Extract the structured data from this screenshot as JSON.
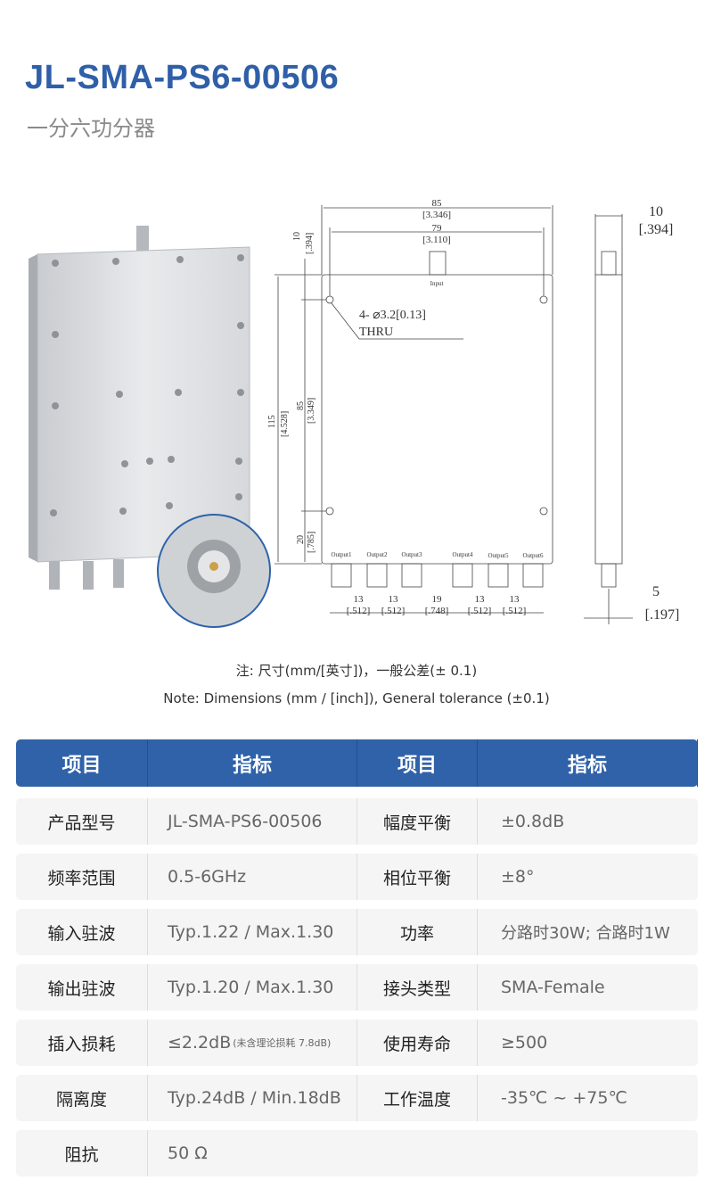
{
  "header": {
    "title": "JL-SMA-PS6-00506",
    "subtitle": "一分六功分器"
  },
  "drawing": {
    "width_total": "85",
    "width_total_in": "[3.346]",
    "width_holes": "79",
    "width_holes_in": "[3.110]",
    "top_offset": "10",
    "top_offset_in": "[.394]",
    "height_total": "115",
    "height_total_in": "[4.528]",
    "height_holes": "85",
    "height_holes_in": "[3.349]",
    "bottom_offset": "20",
    "bottom_offset_in": "[.785]",
    "hole_note": "4- ⌀3.2[0.13]",
    "hole_note2": "THRU",
    "input_label": "Input",
    "outputs": [
      "Output1",
      "Output2",
      "Output3",
      "Output4",
      "Output5",
      "Output6"
    ],
    "spacings": [
      {
        "mm": "13",
        "in": "[.512]"
      },
      {
        "mm": "13",
        "in": "[.512]"
      },
      {
        "mm": "19",
        "in": "[.748]"
      },
      {
        "mm": "13",
        "in": "[.512]"
      },
      {
        "mm": "13",
        "in": "[.512]"
      }
    ],
    "thickness": "10",
    "thickness_in": "[.394]",
    "connector_len": "5",
    "connector_len_in": "[.197]"
  },
  "notes": {
    "cn": "注: 尺寸(mm/[英寸])，一般公差(± 0.1)",
    "en": "Note: Dimensions (mm / [inch]), General tolerance (±0.1)"
  },
  "table": {
    "headers": [
      "项目",
      "指标",
      "项目",
      "指标"
    ],
    "rows": [
      [
        "产品型号",
        "JL-SMA-PS6-00506",
        "幅度平衡",
        "±0.8dB"
      ],
      [
        "频率范围",
        "0.5-6GHz",
        "相位平衡",
        "±8°"
      ],
      [
        "输入驻波",
        "Typ.1.22 / Max.1.30",
        "功率",
        "分路时30W; 合路时1W"
      ],
      [
        "输出驻波",
        "Typ.1.20 / Max.1.30",
        "接头类型",
        "SMA-Female"
      ],
      [
        "插入损耗",
        "≤2.2dB",
        "使用寿命",
        "≥500"
      ],
      [
        "隔离度",
        "Typ.24dB / Min.18dB",
        "工作温度",
        "-35℃ ~ +75℃"
      ],
      [
        "阻抗",
        "50 Ω",
        "",
        ""
      ]
    ],
    "insertion_loss_note": "(未含理论损耗 7.8dB)"
  },
  "colors": {
    "brand": "#2f5fa8",
    "header_bg": "#2f62a9",
    "row_bg": "#f5f5f5"
  }
}
